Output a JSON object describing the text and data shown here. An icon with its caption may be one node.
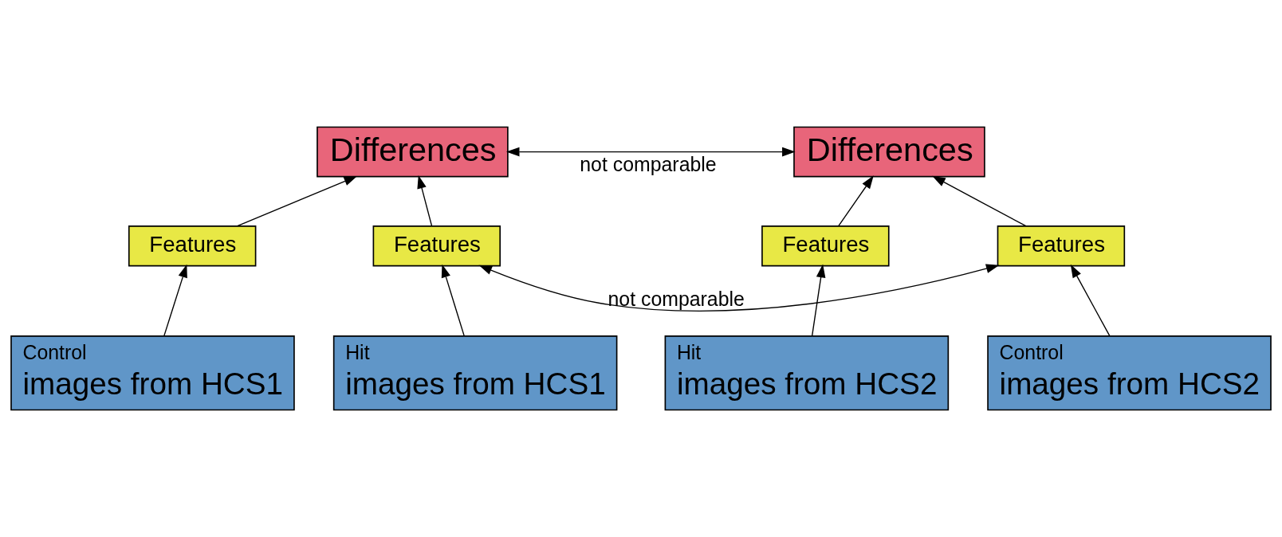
{
  "diagram": {
    "nodes": [
      {
        "text": [
          "Differences"
        ]
      },
      {
        "text": [
          "Differences"
        ]
      },
      {
        "text": [
          "Features"
        ]
      },
      {
        "text": [
          "Features"
        ]
      },
      {
        "text": [
          "Features"
        ]
      },
      {
        "text": [
          "Features"
        ]
      },
      {
        "text": [
          "Control",
          "images from HCS1"
        ]
      },
      {
        "text": [
          "Hit",
          "images from HCS1"
        ]
      },
      {
        "text": [
          "Control",
          "images from HCS2"
        ]
      },
      {
        "text": [
          "Hit",
          "images from HCS2"
        ]
      }
    ],
    "edges": [
      {
        "from": 0,
        "to": 1,
        "arrow": "both",
        "label": "not comparable"
      },
      {
        "from": 2,
        "to": 0,
        "arrow": "to"
      },
      {
        "from": 3,
        "to": 0,
        "arrow": "to"
      },
      {
        "from": 4,
        "to": 1,
        "arrow": "to"
      },
      {
        "from": 5,
        "to": 1,
        "arrow": "to"
      },
      {
        "from": 3,
        "to": 4,
        "arrow": "both",
        "label": "not comparable"
      },
      {
        "from": 6,
        "to": 2,
        "arrow": "to"
      },
      {
        "from": 7,
        "to": 3,
        "arrow": "to"
      },
      {
        "from": 8,
        "to": 4,
        "arrow": "to"
      },
      {
        "from": 9,
        "to": 5,
        "arrow": "to"
      }
    ]
  }
}
